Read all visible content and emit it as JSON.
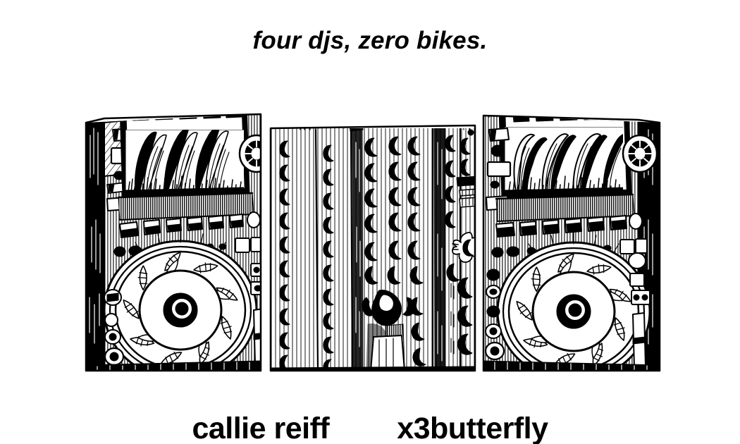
{
  "poster": {
    "background_color": "#ffffff",
    "ink_color": "#000000",
    "headline": "four djs, zero bikes.",
    "artwork": {
      "title": "dj-equipment-line-drawing",
      "style": "hand-drawn pen and ink crosshatch illustration",
      "subject": "two cdj media players flanking a four-channel dj mixer",
      "panels": [
        {
          "name": "left-cdj-deck",
          "features": "display screen, rotary selector, cue buttons, jog wheel, pitch fader"
        },
        {
          "name": "center-mixer",
          "features": "channel knob columns, eq knobs, crossfader, master knob, fader strips"
        },
        {
          "name": "right-cdj-deck",
          "features": "display screen, rotary selector, cue buttons, jog wheel, pitch fader"
        }
      ]
    },
    "credits": [
      {
        "name": "callie reiff"
      },
      {
        "name": "x3butterfly"
      }
    ]
  }
}
